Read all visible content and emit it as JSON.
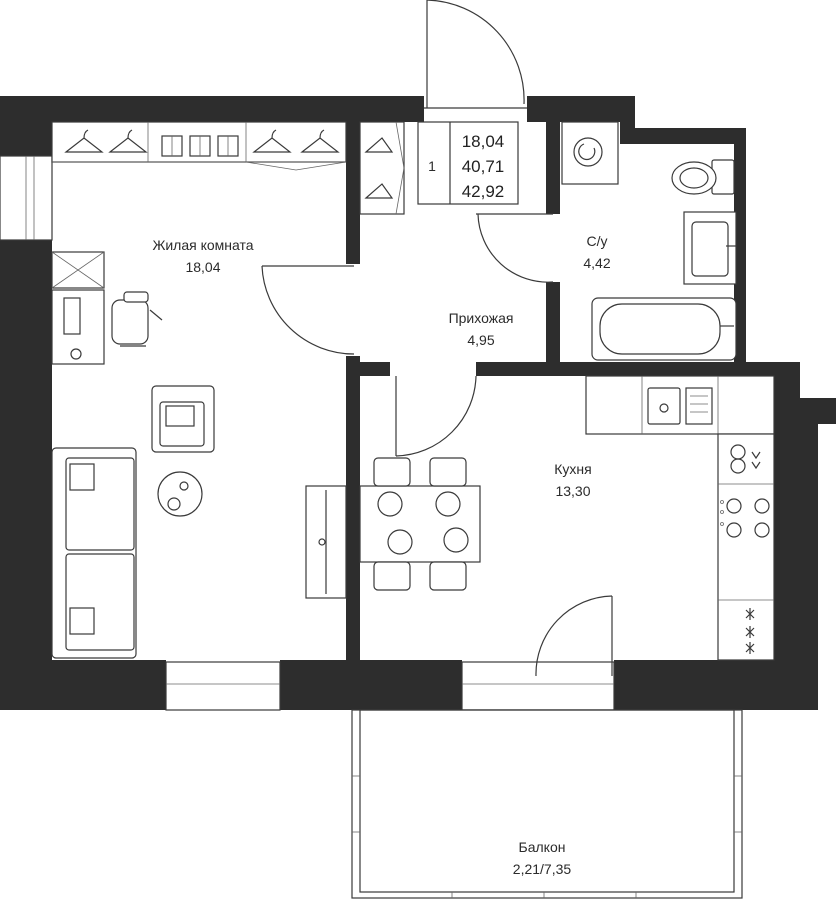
{
  "summary": {
    "rooms_count": "1",
    "living_area": "18,04",
    "total_area": "40,71",
    "total_area_with_balcony": "42,92"
  },
  "rooms": {
    "living_room": {
      "name": "Жилая комната",
      "area": "18,04"
    },
    "bathroom": {
      "name": "С/у",
      "area": "4,42"
    },
    "hallway": {
      "name": "Прихожая",
      "area": "4,95"
    },
    "kitchen": {
      "name": "Кухня",
      "area": "13,30"
    },
    "balcony": {
      "name": "Балкон",
      "area": "2,21/7,35"
    }
  },
  "colors": {
    "wall": "#2d2d2d",
    "line": "#3a3a3a",
    "background": "#ffffff"
  }
}
